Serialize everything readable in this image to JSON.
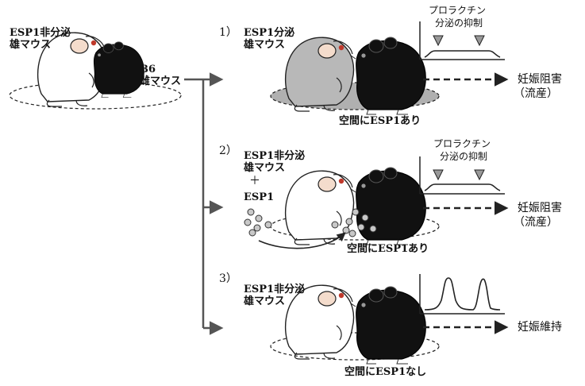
{
  "source": {
    "label_line1": "ESP1非分泌",
    "label_line2": "雄マウス",
    "b6_line1": "B6",
    "b6_line2": "雌マウス"
  },
  "scenarios": [
    {
      "number": "1）",
      "male_line1": "ESP1分泌",
      "male_line2": "雄マウス",
      "space_label": "空間にESP1あり",
      "chart_caption_line1": "プロラクチン",
      "chart_caption_line2": "分泌の抑制",
      "outcome_line1": "妊娠阻害",
      "outcome_line2": "（流産）"
    },
    {
      "number": "2）",
      "male_line1": "ESP1非分泌",
      "male_line2": "雄マウス",
      "plus": "＋",
      "esp1": "ESP1",
      "space_label": "空間にESP1あり",
      "chart_caption_line1": "プロラクチン",
      "chart_caption_line2": "分泌の抑制",
      "outcome_line1": "妊娠阻害",
      "outcome_line2": "（流産）"
    },
    {
      "number": "3）",
      "male_line1": "ESP1非分泌",
      "male_line2": "雄マウス",
      "space_label": "空間にESP1なし",
      "outcome_line1": "妊娠維持"
    }
  ],
  "colors": {
    "gray_mouse": "#b8b8b8",
    "shaded_space": "#b0b0b0",
    "arrow": "#555555",
    "black_mouse": "#111111",
    "particle": "#c8c8c8"
  }
}
